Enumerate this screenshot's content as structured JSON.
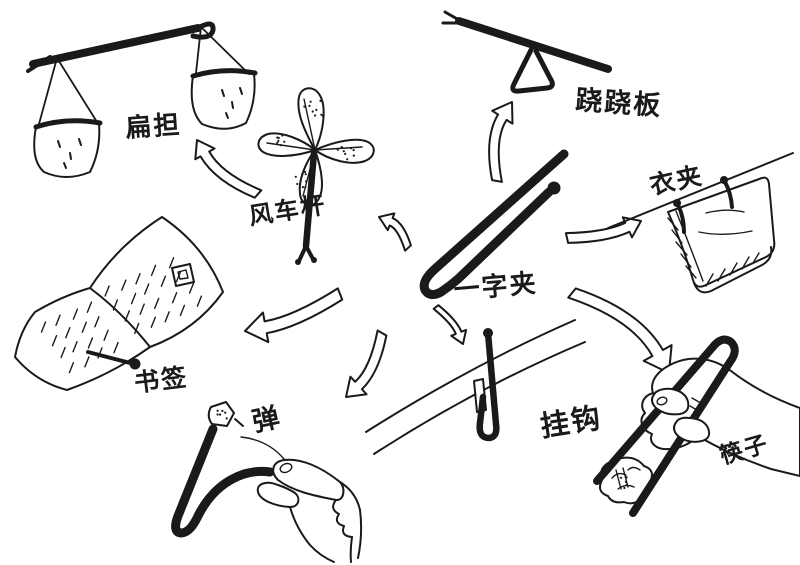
{
  "scene": {
    "type": "hand-drawn-sketch",
    "subject": {
      "label": "一字夹"
    },
    "uses": {
      "shoulder_pole": {
        "label": "扁担"
      },
      "seesaw": {
        "label": "跷跷板"
      },
      "pinwheel_stick": {
        "label": "风车杆"
      },
      "clothes_peg": {
        "label": "衣夹"
      },
      "bookmark": {
        "label": "书签"
      },
      "flick_shooter": {
        "label": "弹"
      },
      "hook": {
        "label": "挂钩"
      },
      "chopsticks": {
        "label": "筷子"
      }
    },
    "colors": {
      "ink": "#1a1a1a",
      "paper": "#ffffff"
    }
  }
}
